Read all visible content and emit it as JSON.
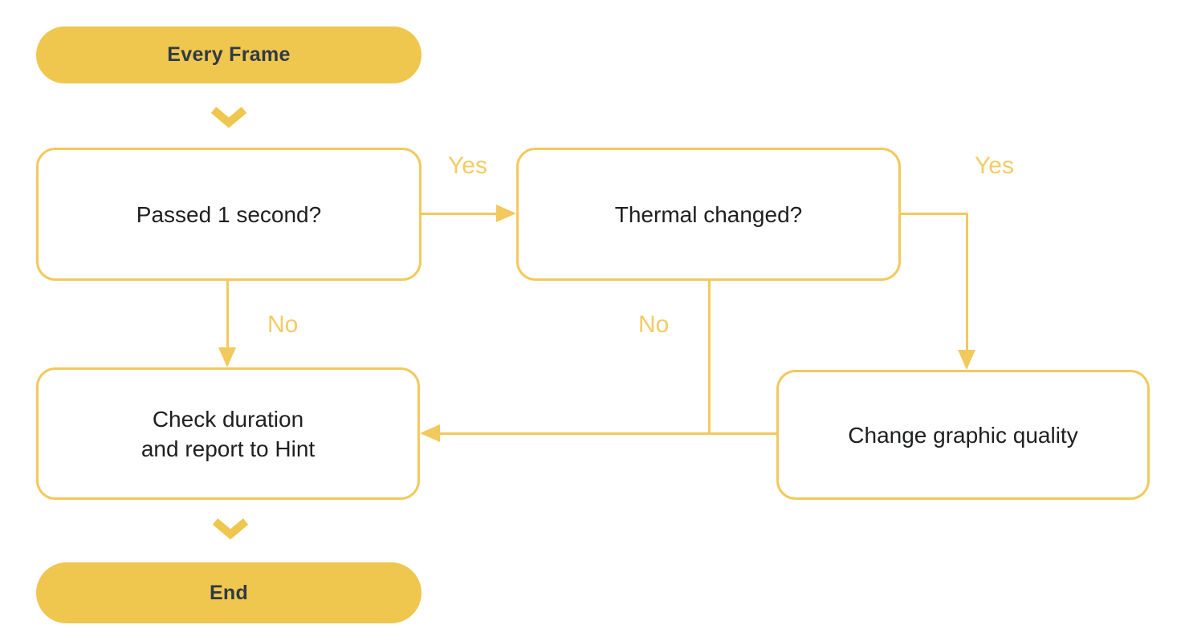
{
  "diagram": {
    "type": "flowchart",
    "nodes": {
      "start": {
        "label": "Every Frame",
        "shape": "terminator-pill"
      },
      "passed_1_second": {
        "label": "Passed 1 second?",
        "shape": "rounded-rect"
      },
      "thermal_changed": {
        "label": "Thermal changed?",
        "shape": "rounded-rect"
      },
      "change_graphic_quality": {
        "label": "Change graphic quality",
        "shape": "rounded-rect"
      },
      "check_duration": {
        "label": "Check duration\nand report to Hint",
        "shape": "rounded-rect"
      },
      "end": {
        "label": "End",
        "shape": "terminator-pill"
      }
    },
    "edge_labels": {
      "passed_yes": "Yes",
      "thermal_yes": "Yes",
      "passed_no": "No",
      "thermal_no": "No"
    },
    "colors": {
      "accent_yellow": "#EFC64E",
      "connector_yellow": "#F2C95C",
      "label_yellow": "#F2CC66",
      "terminator_text": "#2E3A47",
      "node_text": "#1E1F21",
      "canvas_bg": "#FFFFFF"
    }
  }
}
